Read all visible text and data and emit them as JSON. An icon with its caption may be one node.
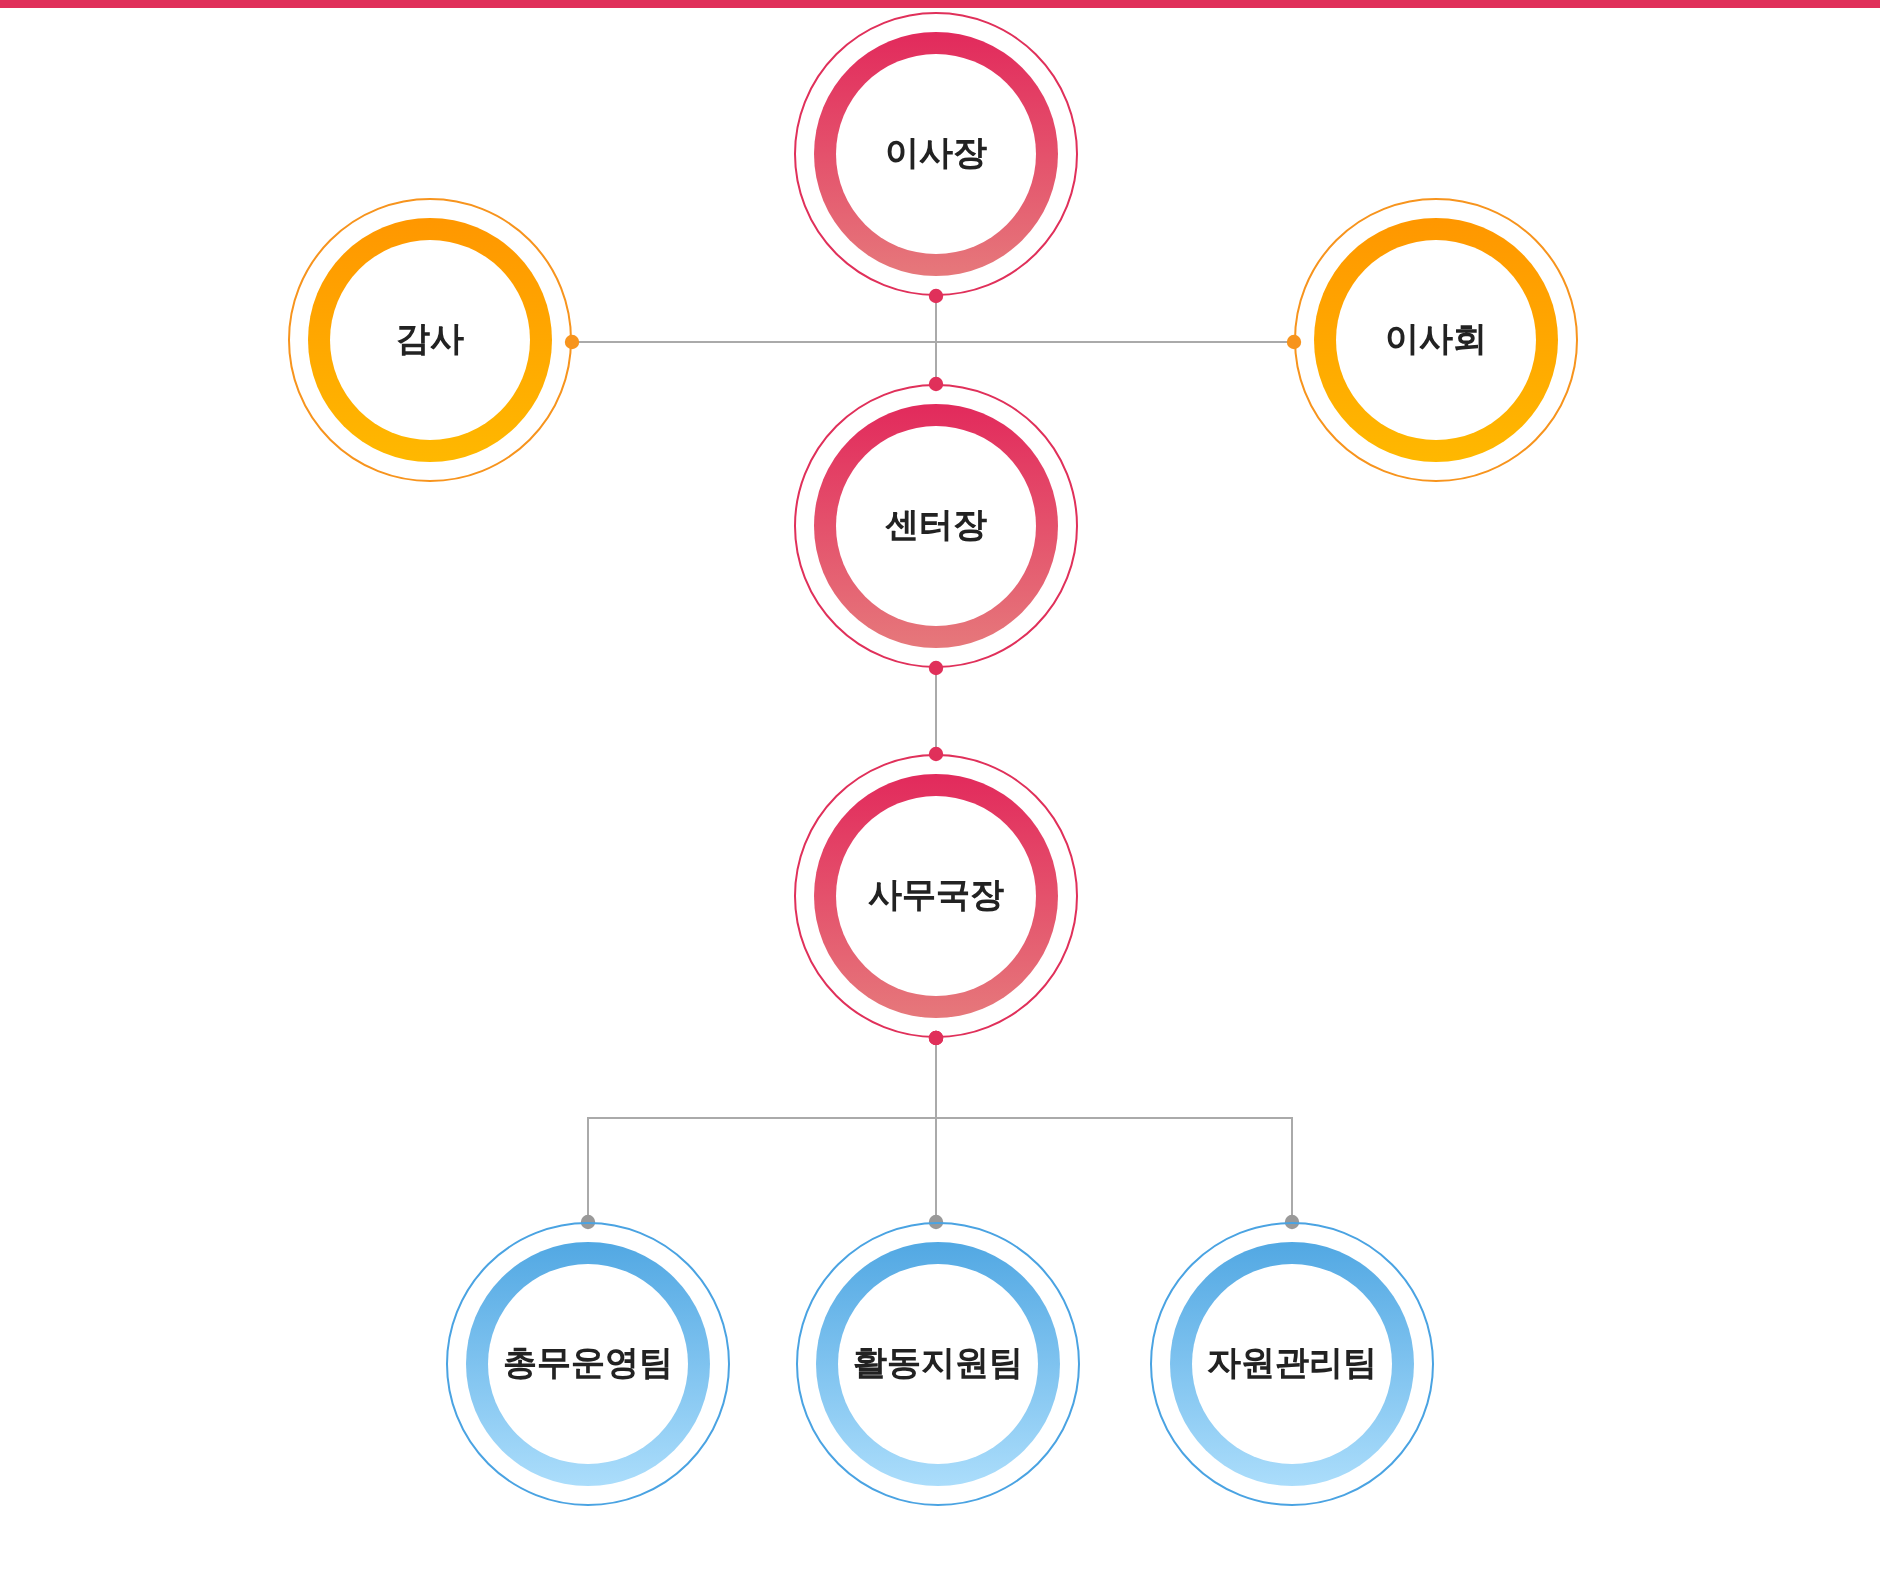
{
  "diagram": {
    "nodes": [
      {
        "text": [
          "이사장"
        ]
      },
      {
        "text": [
          "감사"
        ]
      },
      {
        "text": [
          "이사회"
        ]
      },
      {
        "text": [
          "센터장"
        ]
      },
      {
        "text": [
          "사무국장"
        ]
      },
      {
        "text": [
          "총무운영팀"
        ]
      },
      {
        "text": [
          "활동지원팀"
        ]
      },
      {
        "text": [
          "자원관리팀"
        ]
      }
    ],
    "edges": [
      {
        "from": 0,
        "to": 3,
        "arrow": "other"
      },
      {
        "from": 1,
        "to": 2,
        "arrow": "other"
      },
      {
        "from": 3,
        "to": 4,
        "arrow": "other"
      },
      {
        "from": 4,
        "to": 5,
        "arrow": "other"
      },
      {
        "from": 4,
        "to": 6,
        "arrow": "other"
      },
      {
        "from": 4,
        "to": 7,
        "arrow": "other"
      }
    ]
  }
}
